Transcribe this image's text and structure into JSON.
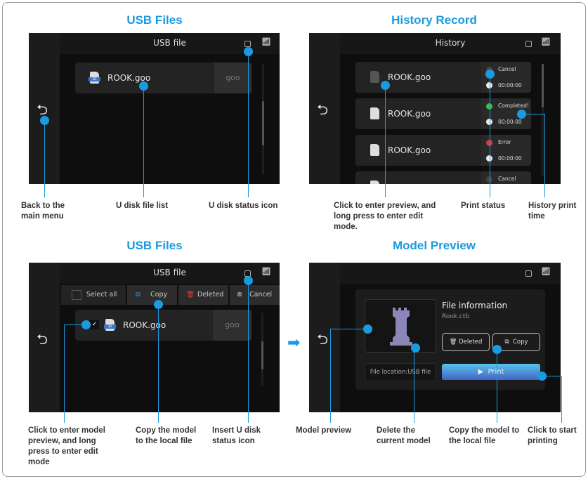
{
  "titles": {
    "usb_files_top": "USB Files",
    "history": "History Record",
    "usb_files_bottom": "USB Files",
    "model_preview": "Model Preview"
  },
  "screen_usb": {
    "header": "USB file",
    "file": {
      "name": "ROOK.goo",
      "ext": "goo",
      "icon_text": "3D"
    }
  },
  "screen_history": {
    "header": "History",
    "rows": [
      {
        "name": "ROOK.goo",
        "status": "Cancel",
        "time": "00:00:00",
        "status_color": "#444444"
      },
      {
        "name": "ROOK.goo",
        "status": "Completed!",
        "time": "00:00:00",
        "status_color": "#3cbf4a"
      },
      {
        "name": "ROOK.goo",
        "status": "Error",
        "time": "00:00:00",
        "status_color": "#d83a3a"
      },
      {
        "name": "",
        "status": "Cancel",
        "time": "",
        "status_color": "#444444"
      }
    ]
  },
  "screen_edit": {
    "header": "USB file",
    "toolbar": {
      "select_all": "Select all",
      "copy": "Copy",
      "deleted": "Deleted",
      "cancel": "Cancel"
    },
    "file": {
      "name": "ROOK.goo",
      "ext": "goo",
      "icon_text": "3D"
    }
  },
  "screen_preview": {
    "info_title": "File information",
    "file_name": "Rook.ctb",
    "deleted": "Deleted",
    "copy": "Copy",
    "location": "File location:USB file",
    "print": "Print"
  },
  "labels": {
    "back": "Back to the main menu",
    "file_list": "U disk file list",
    "status_icon": "U disk status icon",
    "preview": "Click to enter preview, and long press to enter edit mode.",
    "print_status": "Print status",
    "print_time": "History print time",
    "edit_preview": "Click to enter model preview, and long press to enter edit mode",
    "copy_local": "Copy the model to the local file",
    "insert_usb": "Insert U disk status icon",
    "model_preview": "Model preview",
    "delete_model": "Delete the current model",
    "copy_model": "Copy the model to the local file",
    "start_print": "Click to start printing"
  },
  "colors": {
    "accent": "#1a9be0"
  }
}
